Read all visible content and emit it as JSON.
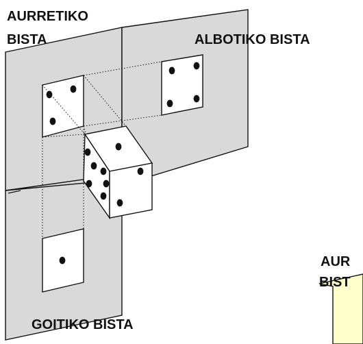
{
  "labels": {
    "front_view_line1": "AURRETIKO",
    "front_view_line2": "BISTA",
    "side_view": "ALBOTIKO BISTA",
    "top_view": "GOITIKO BISTA",
    "partial_line1": "AUR",
    "partial_line2": "BIST"
  },
  "colors": {
    "plane_fill": "#d9d9d9",
    "face_fill": "#ffffff",
    "outline": "#111111",
    "card_fill": "#ffffcc"
  },
  "projection_counts": {
    "front_view_dots": 3,
    "side_view_dots": 4,
    "top_view_dots": 1
  }
}
